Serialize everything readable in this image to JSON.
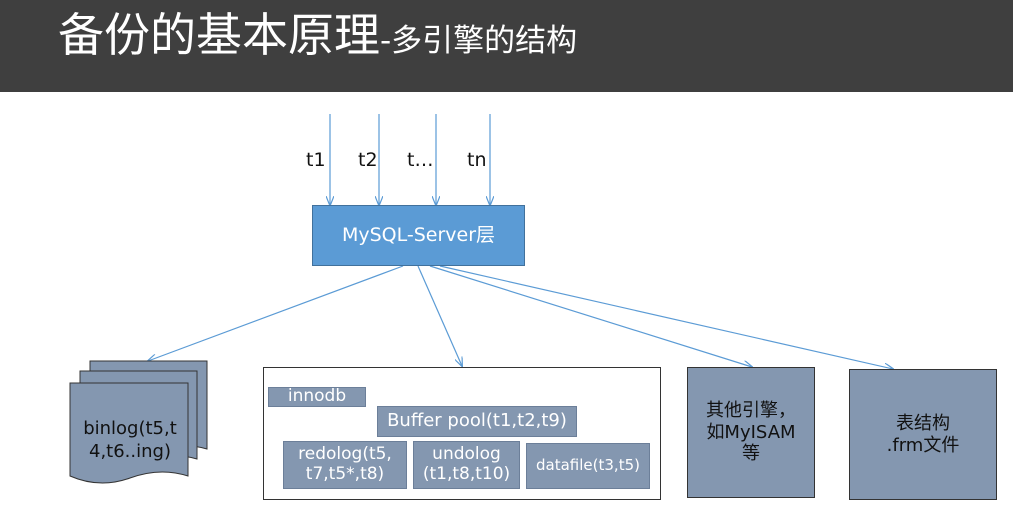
{
  "title": {
    "main": "备份的基本原理",
    "sub": "-多引擎的结构"
  },
  "inputs": [
    "t1",
    "t2",
    "t…",
    "tn"
  ],
  "server": {
    "label": "MySQL-Server层"
  },
  "binlog": {
    "line1": "binlog(t5,t",
    "line2": "4,t6..ing)"
  },
  "innodb": {
    "label": "innodb",
    "buffer_pool": "Buffer pool(t1,t2,t9)",
    "redolog": {
      "line1": "redolog(t5,",
      "line2": "t7,t5*,t8)"
    },
    "undolog": {
      "line1": "undolog",
      "line2": "(t1,t8,t10)"
    },
    "datafile": "datafile(t3,t5)"
  },
  "other_engines": {
    "line1": "其他引擎，",
    "line2": "如MyISAM",
    "line3": "等"
  },
  "table_structure": {
    "line1": "表结构",
    "line2": ".frm文件"
  },
  "colors": {
    "header_bg": "#3f3f3f",
    "server_fill": "#5b9bd5",
    "storage_fill": "#8497b0",
    "arrow": "#5b9bd5"
  }
}
